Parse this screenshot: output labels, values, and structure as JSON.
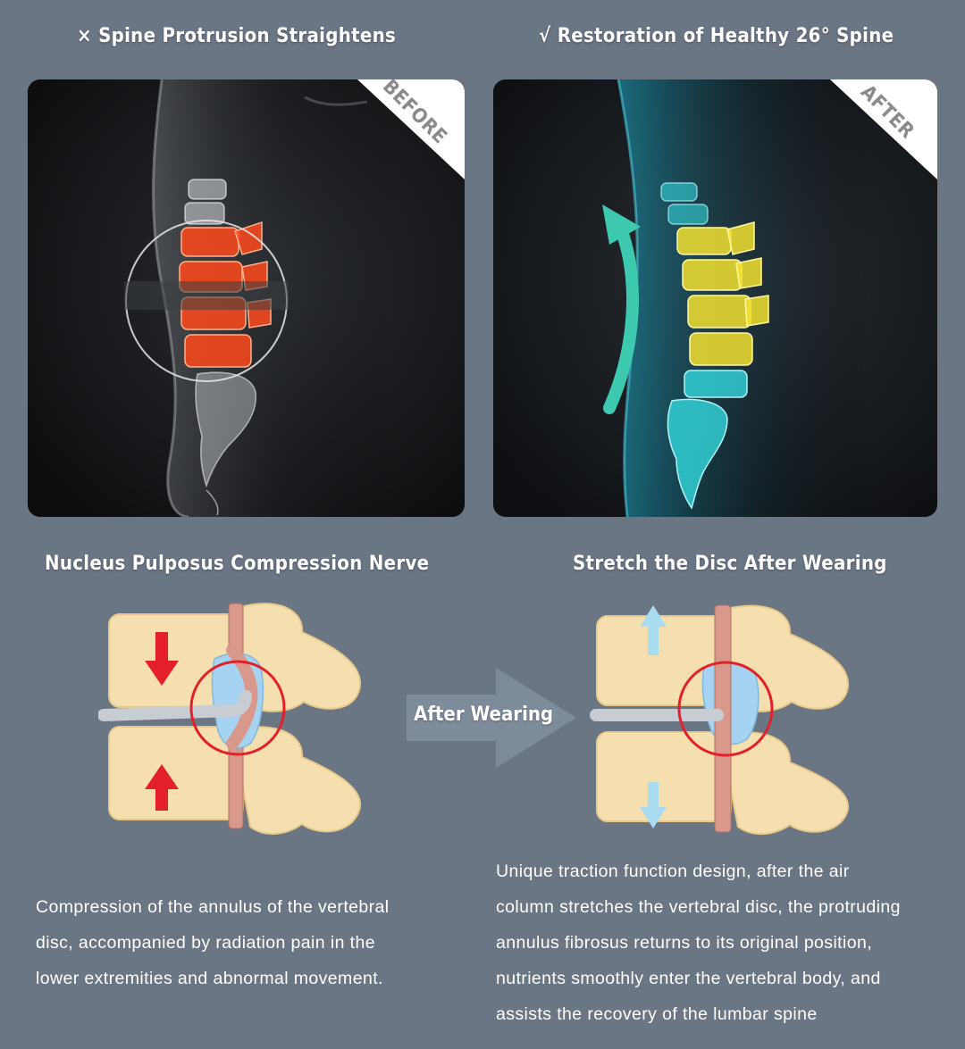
{
  "top": {
    "left_heading": "× Spine Protrusion Straightens",
    "right_heading": "√ Restoration of Healthy 26° Spine",
    "before_label": "BEFORE",
    "after_label": "AFTER"
  },
  "middle": {
    "left_heading": "Nucleus Pulposus Compression Nerve",
    "right_heading": "Stretch the Disc After Wearing",
    "arrow_label": "After Wearing"
  },
  "bottom": {
    "left_lines": [
      "Compression of the annulus of the vertebral",
      "disc, accompanied by radiation pain in the",
      "lower extremities and abnormal movement."
    ],
    "right_lines": [
      "Unique traction function design, after the air",
      "column stretches the vertebral disc, the protruding",
      "annulus fibrosus returns to its original position,",
      "nutrients smoothly enter the vertebral body, and",
      "assists the recovery of the lumbar spine"
    ]
  },
  "colors": {
    "background": "#6b7685",
    "before_spine": "#ff4a1c",
    "after_spine_top": "#f2e230",
    "after_spine_bottom": "#35e3e8",
    "arrow_teal": "#3cc9b0",
    "bone": "#f6dfae",
    "compress_arrow": "#e3202a",
    "stretch_arrow": "#a9dcf0"
  },
  "icons": {
    "before_target": "crosshair-circle-icon",
    "after_direction": "curved-up-arrow-icon",
    "after_wearing": "right-arrow-icon"
  }
}
